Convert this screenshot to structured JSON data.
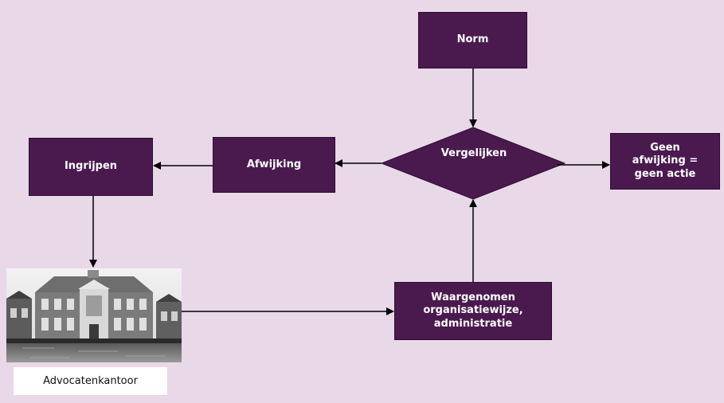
{
  "nodes": {
    "norm": "Norm",
    "vergelijken": "Vergelijken",
    "afwijking": "Afwijking",
    "ingrijpen": "Ingrijpen",
    "geen_actie": "Geen afwijking = geen actie",
    "waargenomen": "Waargenomen organisatiewijze, administratie"
  },
  "photo": {
    "caption": "Advocatenkantoor"
  },
  "colors": {
    "background": "#e8d8e8",
    "node_fill": "#4a1a4f",
    "arrow": "#000000"
  }
}
